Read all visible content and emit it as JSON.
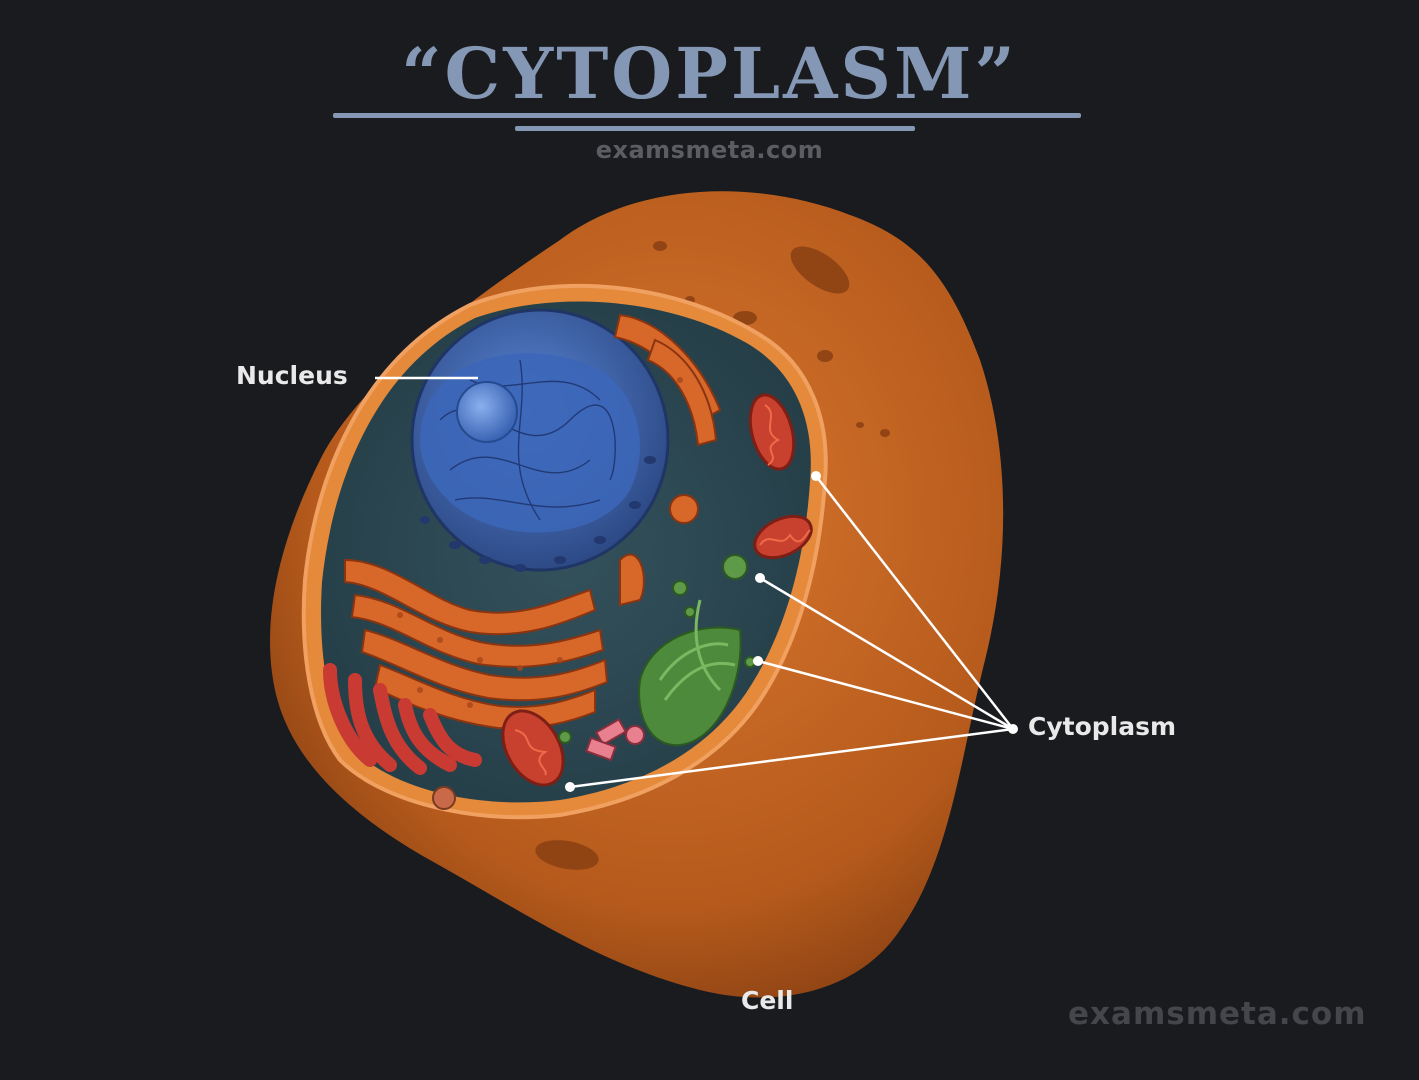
{
  "header": {
    "title": "“CYTOPLASM”",
    "watermark_top": "examsmeta.com"
  },
  "labels": {
    "nucleus": "Nucleus",
    "cytoplasm": "Cytoplasm",
    "cell": "Cell"
  },
  "footer": {
    "watermark_bottom": "examsmeta.com"
  },
  "colors": {
    "background": "#1a1b1e",
    "title": "#8497b4",
    "cell_membrane": "#c8611e",
    "cytoplasm_fluid": "#2c4a56",
    "nucleus": "#3a5a9a",
    "mitochondria": "#c43a2a",
    "golgi": "#4f8a3a",
    "leader_lines": "#ffffff"
  },
  "icons": [
    "cell-illustration"
  ]
}
